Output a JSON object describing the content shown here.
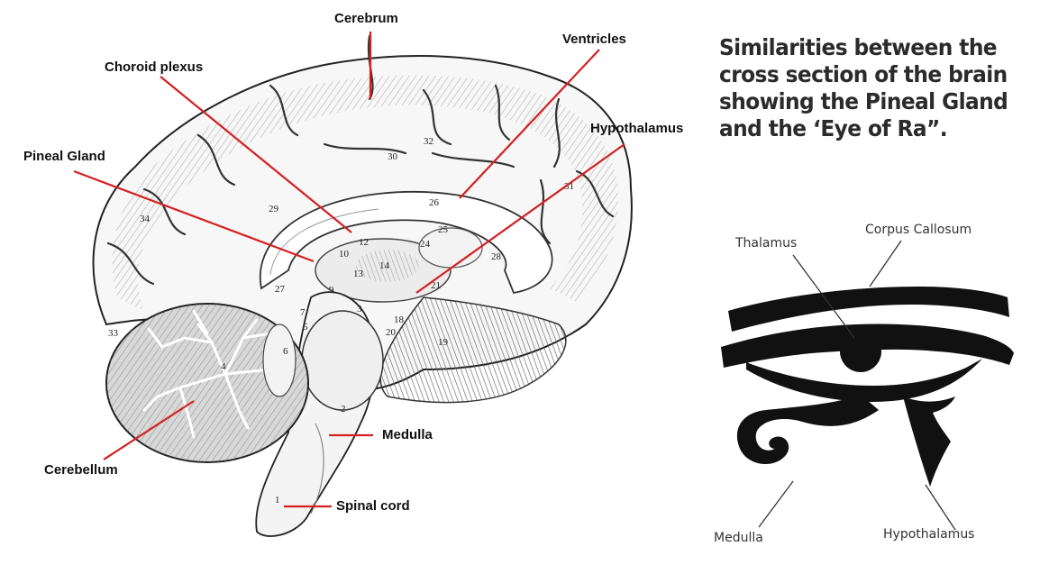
{
  "title": {
    "lines": [
      "Similarities between the",
      "cross section of the brain",
      "showing the Pineal Gland",
      "and the ‘Eye of Ra”."
    ]
  },
  "brain": {
    "labels": {
      "cerebrum": "Cerebrum",
      "ventricles": "Ventricles",
      "choroid_plexus": "Choroid plexus",
      "hypothalamus": "Hypothalamus",
      "pineal_gland": "Pineal Gland",
      "medulla": "Medulla",
      "cerebellum": "Cerebellum",
      "spinal_cord": "Spinal cord"
    },
    "region_numbers": [
      "32",
      "30",
      "26",
      "25",
      "31",
      "34",
      "29",
      "24",
      "12",
      "10",
      "13",
      "14",
      "28",
      "27",
      "9",
      "21",
      "3",
      "7",
      "5",
      "18",
      "20",
      "19",
      "6",
      "33",
      "4",
      "2",
      "1"
    ],
    "leader_color": "#d42020"
  },
  "eye": {
    "labels": {
      "thalamus": "Thalamus",
      "corpus_callosum": "Corpus Callosum",
      "medulla": "Medulla",
      "hypothalamus": "Hypothalamus"
    }
  }
}
